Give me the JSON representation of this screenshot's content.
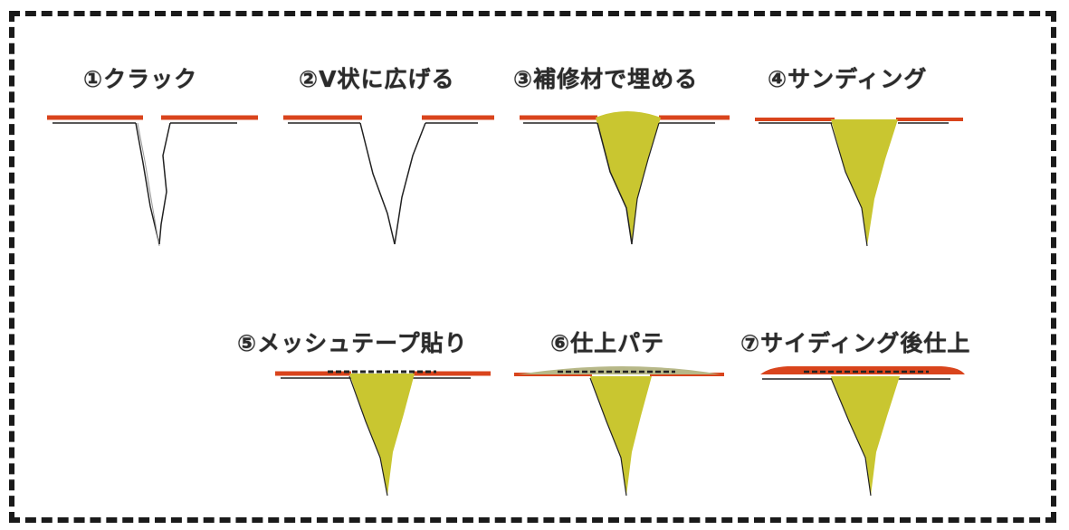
{
  "steps": [
    {
      "label": "①クラック"
    },
    {
      "label": "②V状に広げる"
    },
    {
      "label": "③補修材で埋める"
    },
    {
      "label": "④サンディング"
    },
    {
      "label": "⑤メッシュテープ貼り"
    },
    {
      "label": "⑥仕上パテ"
    },
    {
      "label": "⑦サイディング後仕上"
    }
  ],
  "colors": {
    "border": "#1a1a1a",
    "surface_line": "#d9441c",
    "filler": "#c9c630",
    "putty": "#b7b888",
    "mesh": "#222222",
    "crack_line": "#222222",
    "label": "#2b2b2b"
  }
}
